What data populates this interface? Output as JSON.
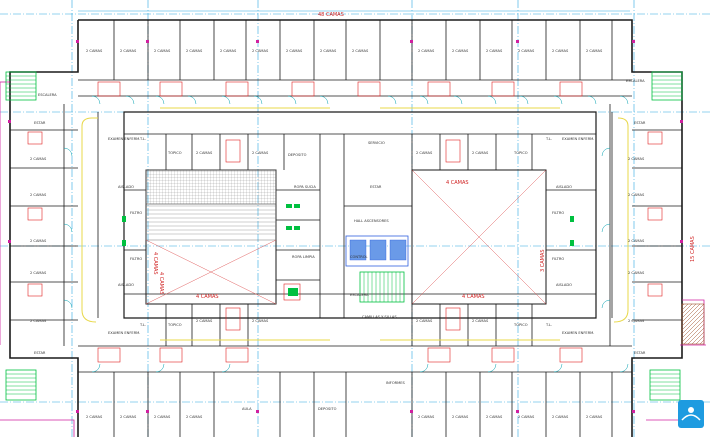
{
  "labels": {
    "top_camas": "48 CAMAS",
    "side_camas": "15 CAMAS",
    "center_left_camas": "4 CAMAS",
    "center_right_camas": "4 CAMAS",
    "lower_left_camas": "4 CAMAS",
    "lower_right_camas": "4 CAMAS",
    "courtyard_left_camas": "4 CAMAS",
    "courtyard_right_camas": "3 CAMAS",
    "top_rooms": [
      "2 CAMAS",
      "2 CAMAS",
      "2 CAMAS",
      "2 CAMAS",
      "2 CAMAS",
      "2 CAMAS",
      "2 CAMAS",
      "2 CAMAS",
      "2 CAMAS",
      "2 CAMAS",
      "2 CAMAS",
      "2 CAMAS",
      "2 CAMAS",
      "2 CAMAS",
      "2 CAMAS"
    ],
    "bottom_rooms": [
      "2 CAMAS",
      "2 CAMAS",
      "2 CAMAS",
      "2 CAMAS",
      "AULA",
      "DEPOSITO",
      "2 CAMAS",
      "2 CAMAS",
      "2 CAMAS",
      "2 CAMAS",
      "2 CAMAS",
      "2 CAMAS"
    ],
    "left_rooms": [
      "ESTAR",
      "2 CAMAS",
      "2 CAMAS",
      "2 CAMAS",
      "2 CAMAS",
      "2 CAMAS",
      "ESTAR"
    ],
    "right_rooms": [
      "ESTAR",
      "2 CAMAS",
      "2 CAMAS",
      "2 CAMAS",
      "2 CAMAS",
      "2 CAMAS",
      "ESTAR"
    ],
    "escalera_left": "ESCALERA",
    "escalera_right": "ESCALERA",
    "examen_tl": "EXAMEN ENFERM.",
    "examen_tr": "EXAMEN ENFERM.",
    "examen_bl": "EXAMEN ENFERM.",
    "examen_br": "EXAMEN ENFERM.",
    "tl_labels": [
      "T.L.",
      "T.L.",
      "T.L.",
      "T.L."
    ],
    "aislado": [
      "AISLADO",
      "AISLADO",
      "AISLADO",
      "AISLADO"
    ],
    "filtro": [
      "FILTRO",
      "FILTRO",
      "FILTRO",
      "FILTRO"
    ],
    "topico_left": "TOPICO",
    "topico_right": "TOPICO",
    "topico_bl": "TOPICO",
    "topico_br": "TOPICO",
    "inner_top_left_rooms": [
      "2 CAMAS",
      "2 CAMAS"
    ],
    "inner_top_right_rooms": [
      "2 CAMAS",
      "2 CAMAS"
    ],
    "inner_bottom_left_rooms": [
      "2 CAMAS",
      "2 CAMAS"
    ],
    "inner_bottom_right_rooms": [
      "2 CAMAS",
      "2 CAMAS"
    ],
    "deposito_top": "DEPOSITO",
    "estar_center": "ESTAR",
    "ropa_sucia": "ROPA SUCIA",
    "ropa_limpia": "ROPA LIMPIA",
    "hall": "HALL ASCENSORES",
    "escalera_center": "ESCALERA",
    "camillas": "CAMILLAS Y SILLAS",
    "informes": "INFORMES",
    "servicio": "SERVICIO",
    "control": "CONTROL"
  },
  "colors": {
    "wall": "#1a1a1a",
    "axis": "#2ea8e0",
    "door": "#00a0b0",
    "fixture": "#e02020",
    "stair": "#00c040",
    "magenta": "#d020a0",
    "yellow": "#e8d84a",
    "hatch": "#a0522d",
    "equip": "#3060e0"
  }
}
